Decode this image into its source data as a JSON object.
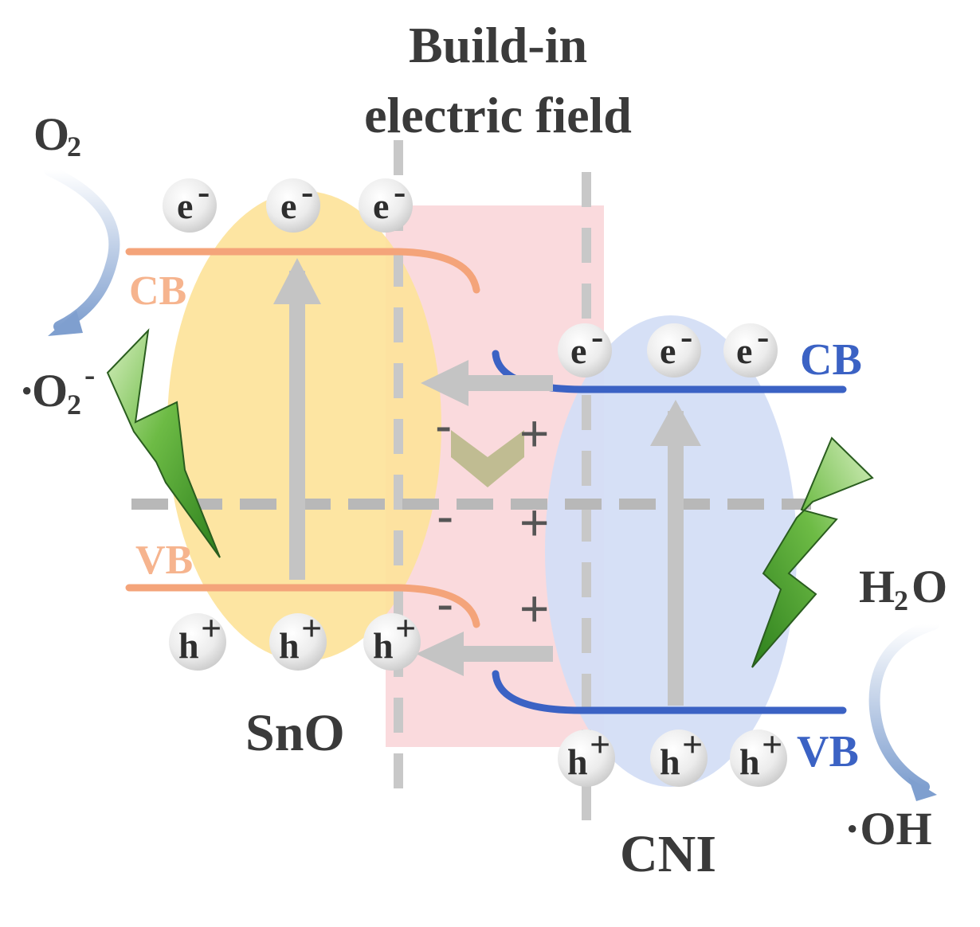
{
  "title": {
    "line1": "Build-in",
    "line2": "electric field"
  },
  "left_semiconductor": {
    "name": "SnO",
    "cb_label": "CB",
    "vb_label": "VB",
    "color": "#f4a47a",
    "fill": "#fde39a"
  },
  "right_semiconductor": {
    "name": "CNI",
    "cb_label": "CB",
    "vb_label": "VB",
    "color": "#3b62c4",
    "fill": "#d4def5"
  },
  "carriers": {
    "electron": "e",
    "electron_sign": "-",
    "hole": "h",
    "hole_sign": "+"
  },
  "reactions": {
    "o2_base": "O",
    "o2_sub": "2",
    "superoxide_dot": "·",
    "superoxide_base": "O",
    "superoxide_sub": "2",
    "superoxide_sign": "-",
    "water_h": "H",
    "water_sub": "2",
    "water_o": "O",
    "hydroxyl": "·OH"
  },
  "interface_signs": {
    "minus": "-",
    "plus": "+"
  },
  "colors": {
    "field_region": "#fadadd",
    "guide_lines": "#c8c8c8",
    "arrows": "#c4c4c4",
    "lightning_dark": "#2e7d1e",
    "lightning_light": "#c8e8a8",
    "text": "#3a3a3a"
  }
}
